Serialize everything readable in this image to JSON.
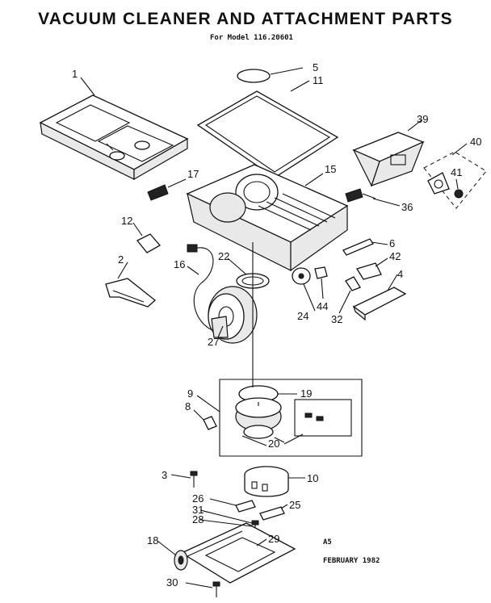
{
  "title": "VACUUM CLEANER AND ATTACHMENT PARTS",
  "model_line": "For Model 116.20601",
  "footer_code": "A5",
  "footer_date": "FEBRUARY 1982",
  "callouts": {
    "c1": "1",
    "c2": "2",
    "c3": "3",
    "c4": "4",
    "c5": "5",
    "c6": "6",
    "c8": "8",
    "c9": "9",
    "c10": "10",
    "c11": "11",
    "c12": "12",
    "c15": "15",
    "c16": "16",
    "c17": "17",
    "c18": "18",
    "c19": "19",
    "c20": "20",
    "c22": "22",
    "c24": "24",
    "c25": "25",
    "c26": "26",
    "c27": "27",
    "c28": "28",
    "c29": "29",
    "c30": "30",
    "c31": "31",
    "c32": "32",
    "c36": "36",
    "c39": "39",
    "c40": "40",
    "c41": "41",
    "c42": "42",
    "c44": "44"
  }
}
